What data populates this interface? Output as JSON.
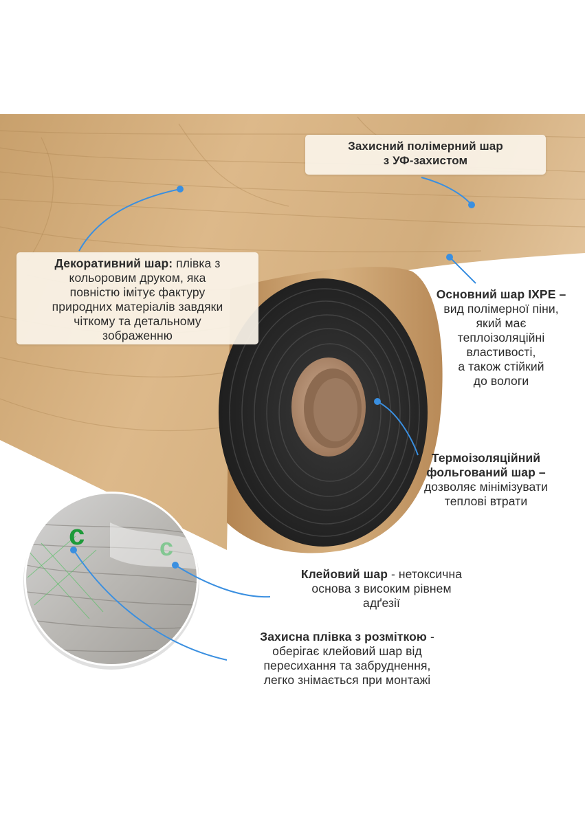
{
  "colors": {
    "wood_light": "#d8b486",
    "wood_mid": "#c39a66",
    "wood_dark": "#a77d4c",
    "foam_black": "#2a2a2a",
    "cardboard": "#b08a6b",
    "pointer_blue": "#3a8fe0",
    "label_bg": "#faf3e8",
    "background": "#ffffff"
  },
  "labels": {
    "top": {
      "line1": "Захисний полімерний шар",
      "line2": "з УФ-захистом"
    },
    "decorative": {
      "bold": "Декоративний шар:",
      "text1": " плівка з",
      "line2": "кольоровим друком, яка",
      "line3": "повністю імітує фактуру",
      "line4": "природних матеріалів завдяки",
      "line5": "чіткому та детальному",
      "line6": "зображенню"
    },
    "ixpe": {
      "bold": "Основний шар IXPE  –",
      "line2": "вид полімерної піни,",
      "line3": "який має",
      "line4": "теплоізоляційні",
      "line5": "властивості,",
      "line6": "а також стійкий",
      "line7": "до вологи"
    },
    "foil": {
      "bold1": "Термоізоляційний",
      "bold2": "фольгований шар  –",
      "line3": "дозволяє мінімізувати",
      "line4": "теплові втрати"
    },
    "glue": {
      "bold": "Клейовий шар",
      "text1": " - нетоксична",
      "line2": "основа з високим рівнем",
      "line3": "адґезії"
    },
    "film": {
      "bold": "Захисна плівка з розміткою",
      "text1": " -",
      "line2": "оберігає клейовий шар від",
      "line3": "пересихання та забруднення,",
      "line4": "легко знімається при монтажі"
    }
  }
}
